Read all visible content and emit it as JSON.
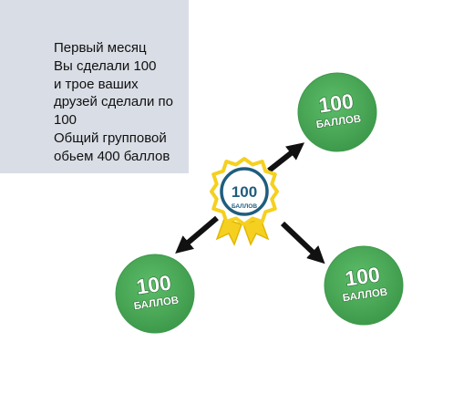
{
  "description_lines": [
    "Первый месяц",
    "Вы сделали 100",
    "и трое ваших",
    "друзей сделали по",
    "100",
    "Общий групповой",
    "обьем 400 баллов"
  ],
  "center_badge": {
    "value": "100",
    "unit": "БАЛЛОВ"
  },
  "friend_coins": [
    {
      "value": "100",
      "unit": "БАЛЛОВ"
    },
    {
      "value": "100",
      "unit": "БАЛЛОВ"
    },
    {
      "value": "100",
      "unit": "БАЛЛОВ"
    }
  ],
  "colors": {
    "panel_background": "#d9dde5",
    "coin_green": "#4caf5a",
    "badge_gold": "#f5d020",
    "badge_blue": "#1f5d7e",
    "arrow": "#111111"
  }
}
